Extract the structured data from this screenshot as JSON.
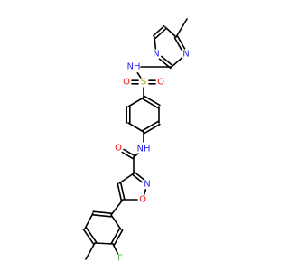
{
  "molecule": {
    "colors": {
      "carbon": "#000000",
      "nitrogen": "#2a2af0",
      "oxygen": "#ee1111",
      "sulfur": "#b3a700",
      "fluorine": "#46b946"
    },
    "labels": {
      "pyr_n3": "N",
      "pyr_n1": "N",
      "sulfonamide_nh": "NH",
      "sulfur": "S",
      "sulfonyl_o_left": "O",
      "sulfonyl_o_right": "O",
      "carbonyl_o": "O",
      "amide_nh": "NH",
      "isox_n": "N",
      "isox_o": "O",
      "fluorine": "F"
    }
  }
}
